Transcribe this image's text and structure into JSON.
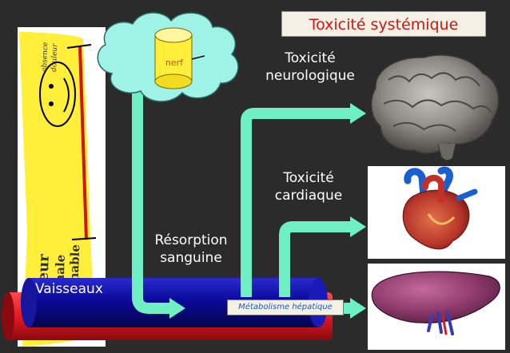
{
  "title": "Toxicité systémique",
  "labels": {
    "nerf": "nerf",
    "neuro_line1": "Toxicité",
    "neuro_line2": "neurologique",
    "cardiac_line1": "Toxicité",
    "cardiac_line2": "cardiaque",
    "resorption_line1": "Résorption",
    "resorption_line2": "sanguine",
    "vessels": "Vaisseaux",
    "metabolism": "Métabolisme hépatique"
  },
  "images": {
    "pain_scale": "pain-scale-ruler",
    "brain": "brain-illustration",
    "heart": "heart-illustration",
    "liver": "liver-illustration"
  },
  "pain_scale_text": [
    "Douleur",
    "maximale",
    "imaginable",
    "absence",
    "douleur"
  ],
  "colors": {
    "background": "#2b2b2b",
    "arrow": "#6ff0c4",
    "cloud": "#9ff3e6",
    "nerve_cylinder": "#ffef3a",
    "vessel_blue": "#0a0a9a",
    "vessel_red": "#e21a22",
    "title_text": "#d21414",
    "metabolism_text": "#1f55c8"
  }
}
